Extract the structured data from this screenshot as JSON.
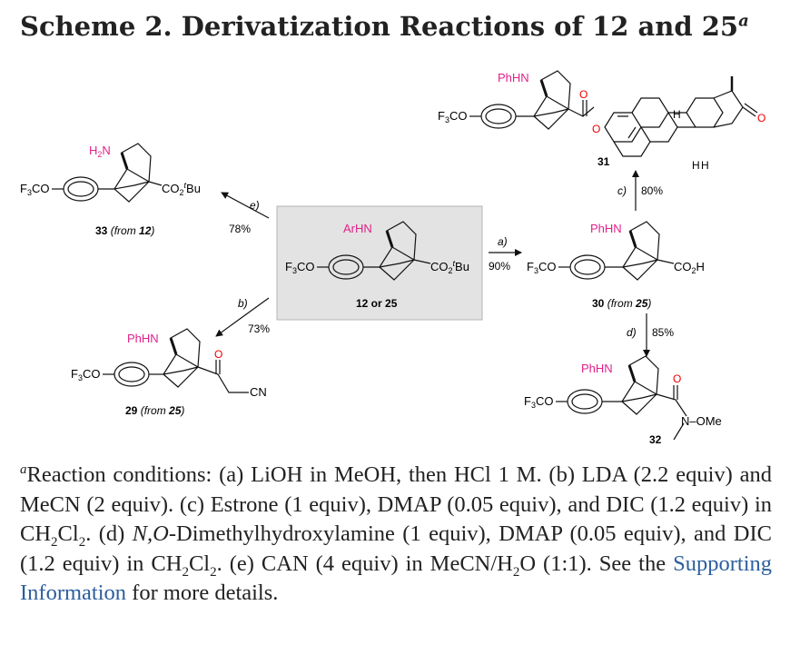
{
  "title": {
    "main": "Scheme 2. Derivatization Reactions of 12 and 25",
    "sup": "a"
  },
  "center": {
    "amine": "ArHN",
    "label": "12 or 25"
  },
  "c30": {
    "amine": "PhHN",
    "label": "30 (from 25)"
  },
  "c31": {
    "amine": "PhHN",
    "label": "31"
  },
  "c32": {
    "amine": "PhHN",
    "label": "32",
    "ome": "N–OMe"
  },
  "c33": {
    "amine": "H2N",
    "label": "33 (from 12)"
  },
  "c29": {
    "amine": "PhHN",
    "label": "29 (from 25)",
    "cn": "CN"
  },
  "arrows": {
    "a": {
      "tag": "a)",
      "yield": "90%"
    },
    "b": {
      "tag": "b)",
      "yield": "73%"
    },
    "c": {
      "tag": "c)",
      "yield": "80%"
    },
    "d": {
      "tag": "d)",
      "yield": "85%"
    },
    "e": {
      "tag": "e)",
      "yield": "78%"
    }
  },
  "steroid": {
    "h1": "H",
    "h2": "H",
    "h3": "H",
    "ketone": "O"
  },
  "groups": {
    "ocf3": "F3CO",
    "ester": "CO2tBu",
    "acid": "CO2H",
    "carbonyl_o": "O",
    "ester_o": "O"
  },
  "caption": {
    "lead": "a",
    "p1": "Reaction conditions: (a) LiOH in MeOH, then HCl 1 M. (b) LDA (2.2 equiv) and MeCN (2 equiv). (c) Estrone (1 equiv), DMAP (0.05 equiv), and DIC (1.2 equiv) in CH",
    "p2": "Cl",
    "p3": ". (d) ",
    "p3i": "N,O",
    "p4": "-Dimethylhydroxylamine (1 equiv), DMAP (0.05 equiv), and DIC (1.2 equiv) in CH",
    "p5": "Cl",
    "p6": ". (e) CAN (4 equiv) in MeCN/H",
    "p7": "O (1:1). See the ",
    "link": "Supporting Information",
    "p8": " for more details.",
    "sub2": "2"
  },
  "colors": {
    "amine": "#e0218a",
    "box": "#e3e3e3",
    "box_border": "#b5b5b5",
    "link": "#2c5f9e"
  }
}
